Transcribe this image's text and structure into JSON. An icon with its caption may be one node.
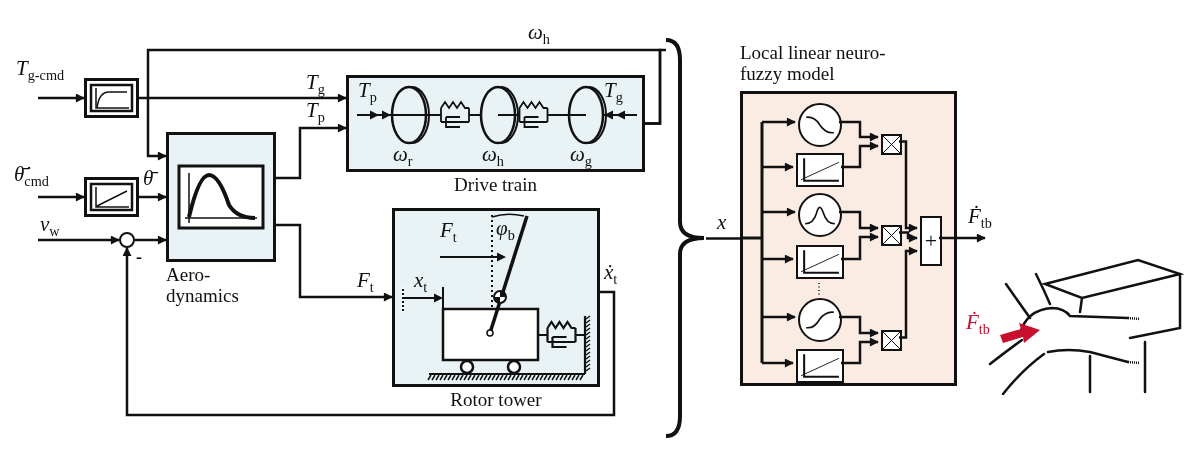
{
  "diagram": {
    "nodes": [
      {
        "text": [],
        "shape": "box"
      },
      {
        "text": [],
        "shape": "box"
      },
      {
        "text": [],
        "shape": "circle"
      },
      {
        "text": [
          "Aero- dynamics"
        ]
      },
      {
        "text": [
          "Drive train"
        ]
      },
      {
        "text": [
          "Rotor tower"
        ]
      },
      {
        "text": [],
        "shape": "brace"
      },
      {
        "text": [
          "Local linear neuro-fuzzy model"
        ]
      },
      {
        "text": [],
        "shape": "circle",
        "in": 7
      },
      {
        "text": [],
        "shape": "box",
        "in": 7
      },
      {
        "text": [],
        "shape": "circle",
        "in": 7
      },
      {
        "text": [],
        "shape": "box",
        "in": 7
      },
      {
        "text": [],
        "shape": "circle",
        "in": 7
      },
      {
        "text": [],
        "shape": "box",
        "in": 7
      },
      {
        "text": [],
        "shape": "box",
        "in": 7
      },
      {
        "text": [],
        "shape": "box",
        "in": 7
      },
      {
        "text": [],
        "shape": "box",
        "in": 7
      },
      {
        "text": [
          "+"
        ],
        "in": 7
      },
      {
        "text": [],
        "shape": "picture"
      }
    ],
    "edges": [
      {
        "from": null,
        "to": 0,
        "arrow": "to",
        "label": "T$_{g-cmd}$"
      },
      {
        "from": 0,
        "to": 4,
        "arrow": "to",
        "label": "T$_{g}$"
      },
      {
        "from": 4,
        "to": 3,
        "arrow": "to",
        "label": "ω$_{h}$"
      },
      {
        "from": 4,
        "to": 6,
        "arrow": "none"
      },
      {
        "from": null,
        "to": 1,
        "arrow": "to",
        "label": "θ̄̇$_{cmd}$"
      },
      {
        "from": 1,
        "to": 3,
        "arrow": "to",
        "label": "θ̄"
      },
      {
        "from": null,
        "to": 2,
        "arrow": "to",
        "label": "v$_{w}$"
      },
      {
        "from": 2,
        "to": 3,
        "arrow": "to"
      },
      {
        "from": 3,
        "to": 4,
        "arrow": "to",
        "label": "T$_{p}$"
      },
      {
        "from": 3,
        "to": 5,
        "arrow": "to",
        "label": "F$_{t}$"
      },
      {
        "from": 5,
        "to": 2,
        "arrow": "to",
        "label": "ẋ$_{t}$"
      },
      {
        "from": 6,
        "to": 7,
        "arrow": "none",
        "label": "x"
      },
      {
        "from": null,
        "to": 8,
        "arrow": "to"
      },
      {
        "from": null,
        "to": 9,
        "arrow": "to"
      },
      {
        "from": null,
        "to": 10,
        "arrow": "to"
      },
      {
        "from": null,
        "to": 11,
        "arrow": "to"
      },
      {
        "from": null,
        "to": 12,
        "arrow": "to"
      },
      {
        "from": null,
        "to": 13,
        "arrow": "to"
      },
      {
        "from": 8,
        "to": 14,
        "arrow": "to"
      },
      {
        "from": 9,
        "to": 14,
        "arrow": "to"
      },
      {
        "from": 10,
        "to": 15,
        "arrow": "to"
      },
      {
        "from": 11,
        "to": 15,
        "arrow": "to"
      },
      {
        "from": 12,
        "to": 16,
        "arrow": "to"
      },
      {
        "from": 13,
        "to": 16,
        "arrow": "to"
      },
      {
        "from": 14,
        "to": 17,
        "arrow": "to"
      },
      {
        "from": 15,
        "to": 17,
        "arrow": "to"
      },
      {
        "from": 16,
        "to": 17,
        "arrow": "to"
      },
      {
        "from": 17,
        "to": 18,
        "arrow": "to",
        "label": "Ḟ$_{tb}$"
      }
    ],
    "labels": [
      "-",
      "T$_{p}$",
      "T$_{g}$",
      "ω$_{r}$",
      "ω$_{h}$",
      "ω$_{g}$",
      "F$_{t}$",
      "φ$_{b}$",
      "x$_{t}$",
      "Ḟ$_{tb}$"
    ]
  }
}
